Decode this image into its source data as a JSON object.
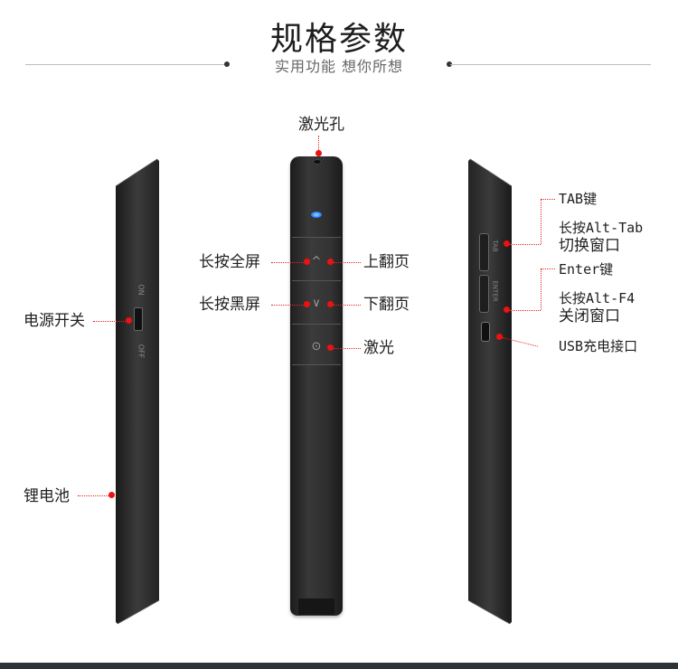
{
  "header": {
    "title": "规格参数",
    "subtitle": "实用功能 想你所想"
  },
  "left_device": {
    "labels": {
      "power_switch": "电源开关",
      "battery": "锂电池"
    },
    "switch_marks": {
      "on": "ON",
      "off": "OFF"
    }
  },
  "front_device": {
    "labels": {
      "laser_hole": "激光孔",
      "long_press_fullscreen": "长按全屏",
      "page_up": "上翻页",
      "long_press_blackscreen": "长按黑屏",
      "page_down": "下翻页",
      "laser": "激光"
    },
    "buttons": {
      "up_glyph": "^",
      "down_glyph": "∨",
      "laser_glyph": "⊙"
    }
  },
  "right_device": {
    "labels": {
      "tab_key": "TAB键",
      "long_press_alt_tab": "长按Alt-Tab",
      "switch_window": "切换窗口",
      "enter_key": "Enter键",
      "long_press_alt_f4": "长按Alt-F4",
      "close_window": "关闭窗口",
      "usb_port": "USB充电接口"
    },
    "key_marks": {
      "tab": "TAB",
      "enter": "ENTER"
    }
  },
  "colors": {
    "accent_red": "#e11111",
    "device_body": "#2e2e2e",
    "led_blue": "#2a86ff"
  }
}
